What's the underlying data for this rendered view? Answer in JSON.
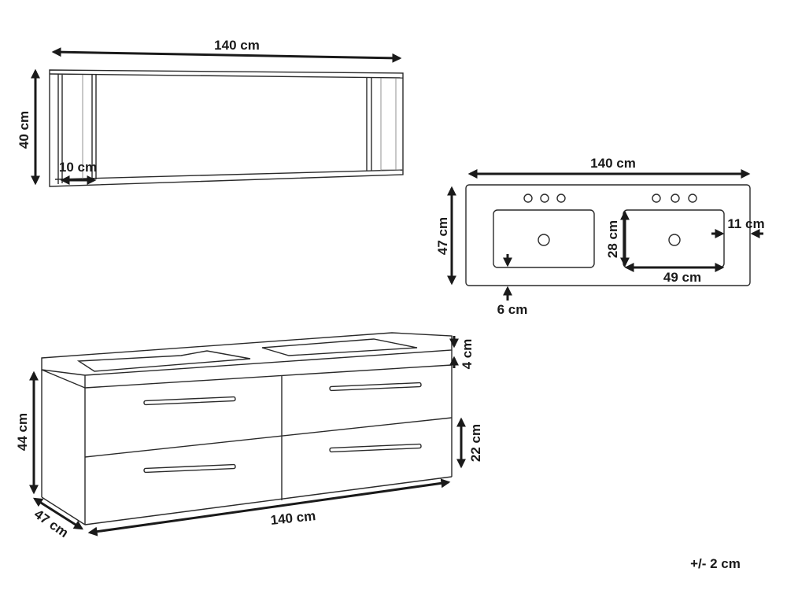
{
  "diagram": {
    "type": "product-dimension-drawing",
    "subject": "double sink bathroom vanity with wall mirror",
    "mirror": {
      "width_label": "140 cm",
      "height_label": "40 cm",
      "shelf_depth_label": "10 cm"
    },
    "countertop_top_view": {
      "width_label": "140 cm",
      "depth_label": "47 cm",
      "basin_height_label": "28 cm",
      "basin_width_label": "49 cm",
      "side_margin_label": "11 cm",
      "front_margin_label": "6 cm",
      "faucet_holes_per_basin": 3,
      "basins": 2
    },
    "cabinet_front_view": {
      "width_label": "140 cm",
      "height_label": "44 cm",
      "depth_label": "47 cm",
      "top_thickness_label": "4 cm",
      "drawer_height_label": "22 cm",
      "drawers": 4
    },
    "tolerance_label": "+/- 2 cm"
  }
}
